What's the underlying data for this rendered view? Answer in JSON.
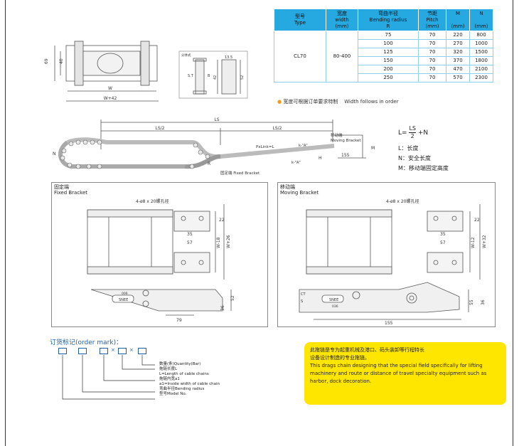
{
  "spec_table": {
    "headers": [
      [
        "型号",
        "Type"
      ],
      [
        "宽度",
        "width",
        "(mm)"
      ],
      [
        "弯曲半径",
        "Bending radius",
        "R"
      ],
      [
        "节距",
        "Pitch",
        "(mm)"
      ],
      [
        "M",
        "(mm)"
      ],
      [
        "N",
        "(mm)"
      ]
    ],
    "type": "CL70",
    "width": "80-400",
    "rows": [
      {
        "r": "75",
        "pitch": "70",
        "m": "220",
        "n": "800"
      },
      {
        "r": "100",
        "pitch": "70",
        "m": "270",
        "n": "1000"
      },
      {
        "r": "125",
        "pitch": "70",
        "m": "320",
        "n": "1500"
      },
      {
        "r": "150",
        "pitch": "70",
        "m": "370",
        "n": "1800"
      },
      {
        "r": "200",
        "pitch": "70",
        "m": "470",
        "n": "2100"
      },
      {
        "r": "250",
        "pitch": "70",
        "m": "570",
        "n": "2300"
      }
    ]
  },
  "note": {
    "bullet": "●",
    "cn": "宽度可根据订单要求特制",
    "en": "Width follows in order"
  },
  "formula": {
    "lhs": "L=",
    "num": "LS",
    "den": "2",
    "rhs": "+N",
    "l_def": "L：长度",
    "n_def": "N：安全长度",
    "m_def": "M：移动端固定高度"
  },
  "top_drawing": {
    "dim_w": "W",
    "dim_w42": "W+42",
    "dim_69": "69",
    "dim_40": "40",
    "cs_label": "分体式",
    "dim_st": "S.T",
    "dim_b": "B",
    "dim_135": "13.5",
    "dim_42": "42",
    "dim_52": "52"
  },
  "chain_drawing": {
    "ls": "LS",
    "ls2_left": "LS/2",
    "ls2_right": "LS/2",
    "moving": "移动端",
    "moving_en": "Moving Bracket",
    "pxlink": "PxLink=L",
    "a1": "k-\"A\"",
    "a2": "k-\"A\"",
    "r": "R",
    "n": "N",
    "m": "M",
    "h": "H",
    "d155": "155",
    "fixed": "固定端 Fixed Bracket"
  },
  "fixed_panel": {
    "title_cn": "固定端",
    "title_en": "Fixed Bracket",
    "holes": "4-ø8 x 20螺孔径",
    "d22": "22",
    "d35": "35",
    "d57": "57",
    "w18": "W-18",
    "w26": "W+26",
    "d52": "52",
    "d79": "79",
    "d36": "36",
    "brand": "SNEE",
    "d006": "006"
  },
  "moving_panel": {
    "title_cn": "移动端",
    "title_en": "Moving Bracket",
    "holes": "4-ø8 x 20螺孔径",
    "d22": "22",
    "d35": "35",
    "d57": "57",
    "w12": "W-12",
    "w32": "W+32",
    "d55": "55",
    "d155": "155",
    "d36": "36",
    "brand": "SNEE",
    "d036": "036",
    "ct": "CT",
    "s": "S"
  },
  "order_mark": {
    "title": "订货标记(order mark)：",
    "legend": [
      "数量(条)Quantity(Bar)",
      "拖链长度L",
      "L=Length of cable chains",
      "拖链内宽a1",
      "a1=Inside width of cable chain",
      "弯曲半径Bending radius",
      "型号Model No."
    ],
    "times": "×"
  },
  "yellow_note": {
    "cn1": "此拖链是专为起重机械及港口、码头装卸等行程特长",
    "cn2": "设备设计制造的专业拖链。",
    "en": "This drags chain designing that the special field specifically for lifting machinery and route or distance of travel specialty equipment such as harbor, dock decoration."
  }
}
